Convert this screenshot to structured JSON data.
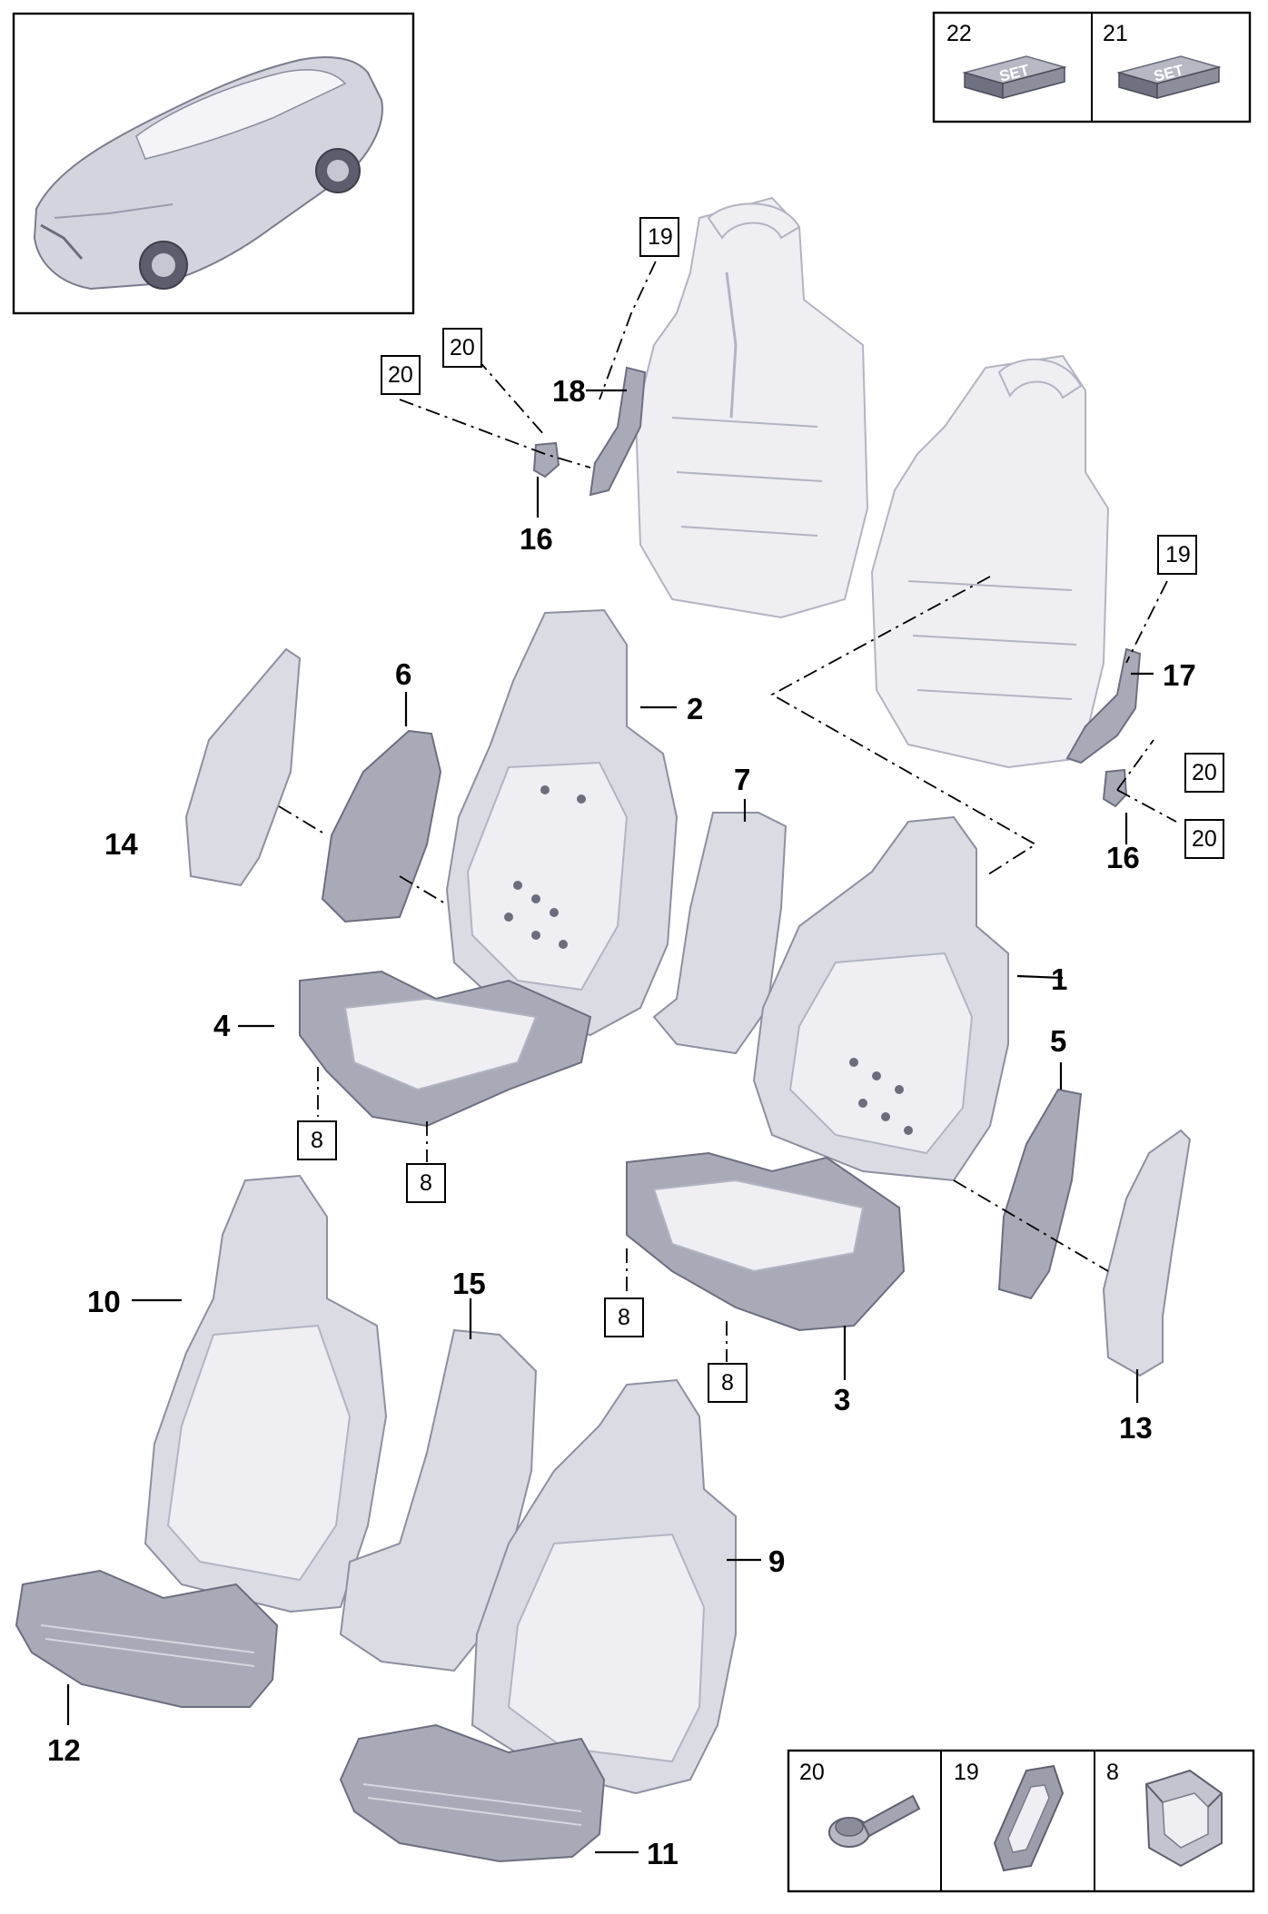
{
  "vehicle_thumbnail": {
    "icon": "car-icon"
  },
  "legend_sets": [
    {
      "number": "22",
      "badge": "SET"
    },
    {
      "number": "21",
      "badge": "SET"
    }
  ],
  "legend_hardware": [
    {
      "number": "20",
      "icon": "bolt-icon"
    },
    {
      "number": "19",
      "icon": "grommet-icon"
    },
    {
      "number": "8",
      "icon": "clip-icon"
    }
  ],
  "callouts": {
    "c1": "1",
    "c2": "2",
    "c3": "3",
    "c4": "4",
    "c5": "5",
    "c6": "6",
    "c7": "7",
    "c9": "9",
    "c10": "10",
    "c11": "11",
    "c12": "12",
    "c13": "13",
    "c14": "14",
    "c15": "15",
    "c16a": "16",
    "c16b": "16",
    "c17": "17",
    "c18": "18"
  },
  "ref_boxes": {
    "r19a": "19",
    "r19b": "19",
    "r20a": "20",
    "r20b": "20",
    "r20c": "20",
    "r20d": "20",
    "r8a": "8",
    "r8b": "8",
    "r8c": "8",
    "r8d": "8"
  }
}
